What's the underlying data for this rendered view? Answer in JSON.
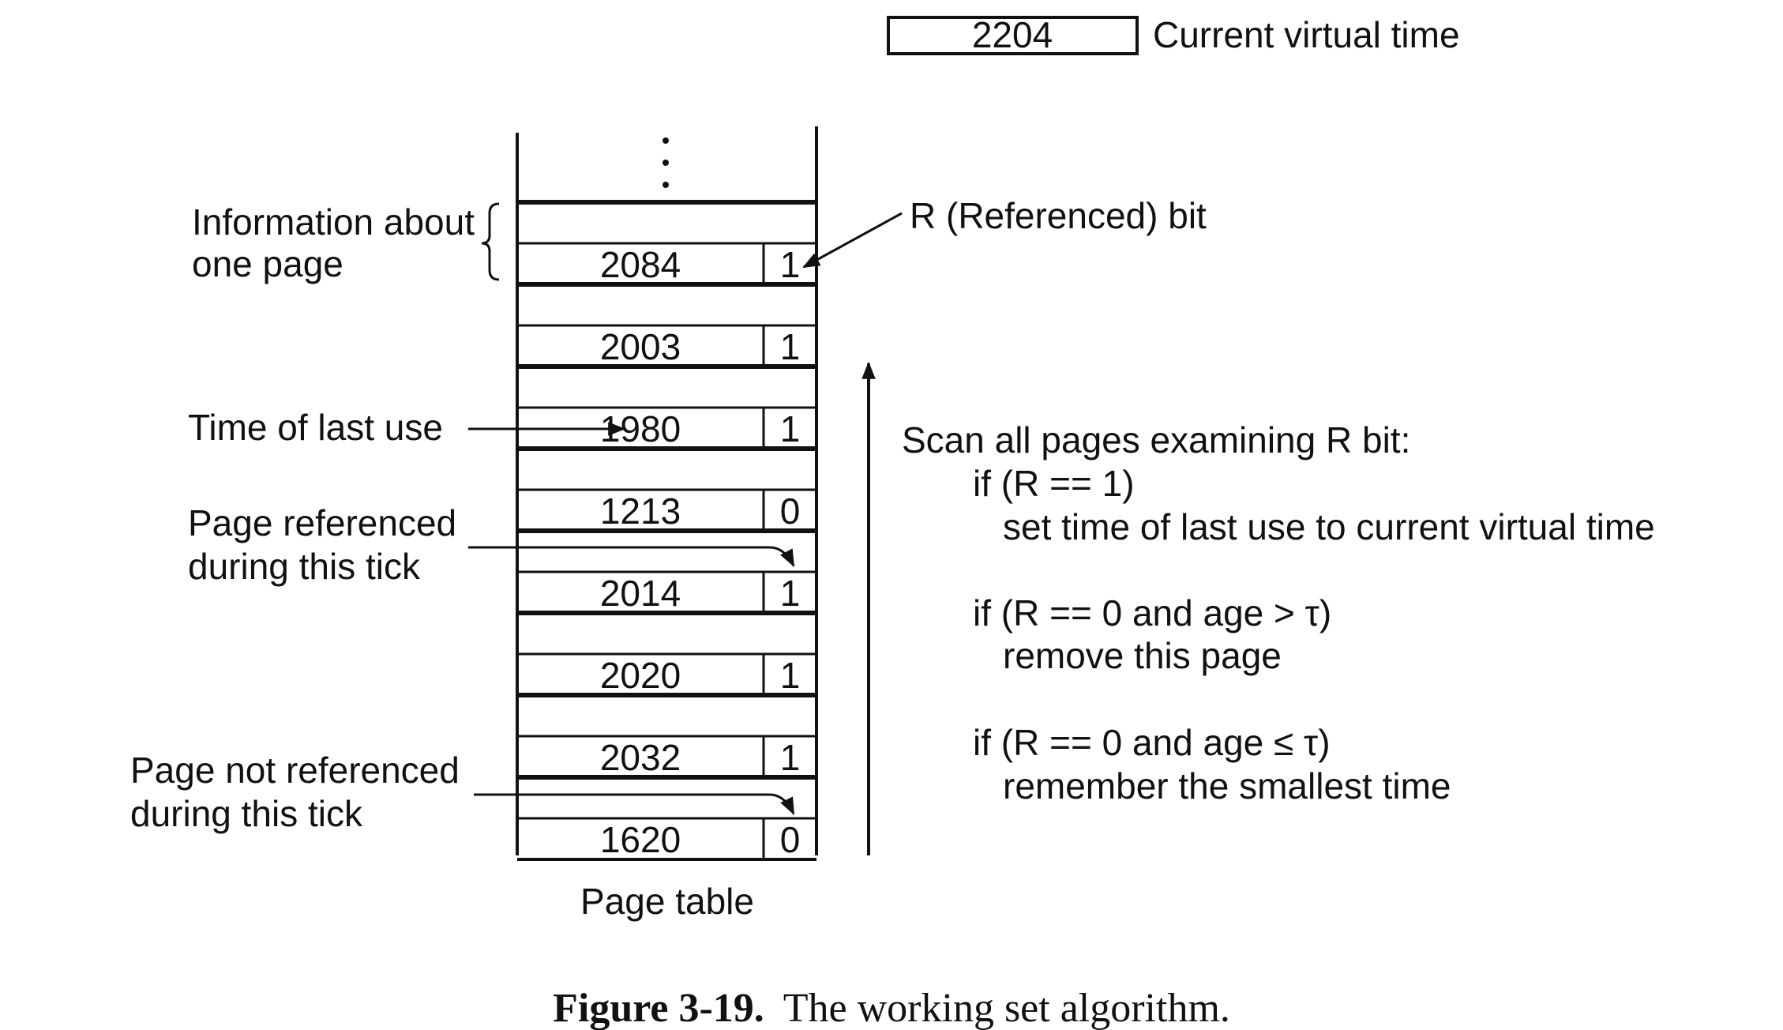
{
  "current_time": {
    "value": "2204",
    "label": "Current virtual time"
  },
  "page_table": {
    "caption": "Page table",
    "rows": [
      {
        "time": "2084",
        "r": "1"
      },
      {
        "time": "2003",
        "r": "1"
      },
      {
        "time": "1980",
        "r": "1"
      },
      {
        "time": "1213",
        "r": "0"
      },
      {
        "time": "2014",
        "r": "1"
      },
      {
        "time": "2020",
        "r": "1"
      },
      {
        "time": "2032",
        "r": "1"
      },
      {
        "time": "1620",
        "r": "0"
      }
    ]
  },
  "labels": {
    "info_line1": "Information about",
    "info_line2": "one page",
    "r_bit": "R (Referenced) bit",
    "time_last_use": "Time of last use",
    "page_ref_line1": "Page referenced",
    "page_ref_line2": "during this tick",
    "page_notref_line1": "Page not referenced",
    "page_notref_line2": "during this tick"
  },
  "algorithm": {
    "lines": [
      "Scan all pages examining R bit:",
      "if (R == 1)",
      "set time of last use to current virtual time",
      "if (R == 0 and age > τ)",
      "remove this page",
      "if (R == 0 and age ≤ τ)",
      "remember the smallest time"
    ]
  },
  "caption": {
    "label": "Figure 3-19.",
    "text": "The working set algorithm."
  }
}
